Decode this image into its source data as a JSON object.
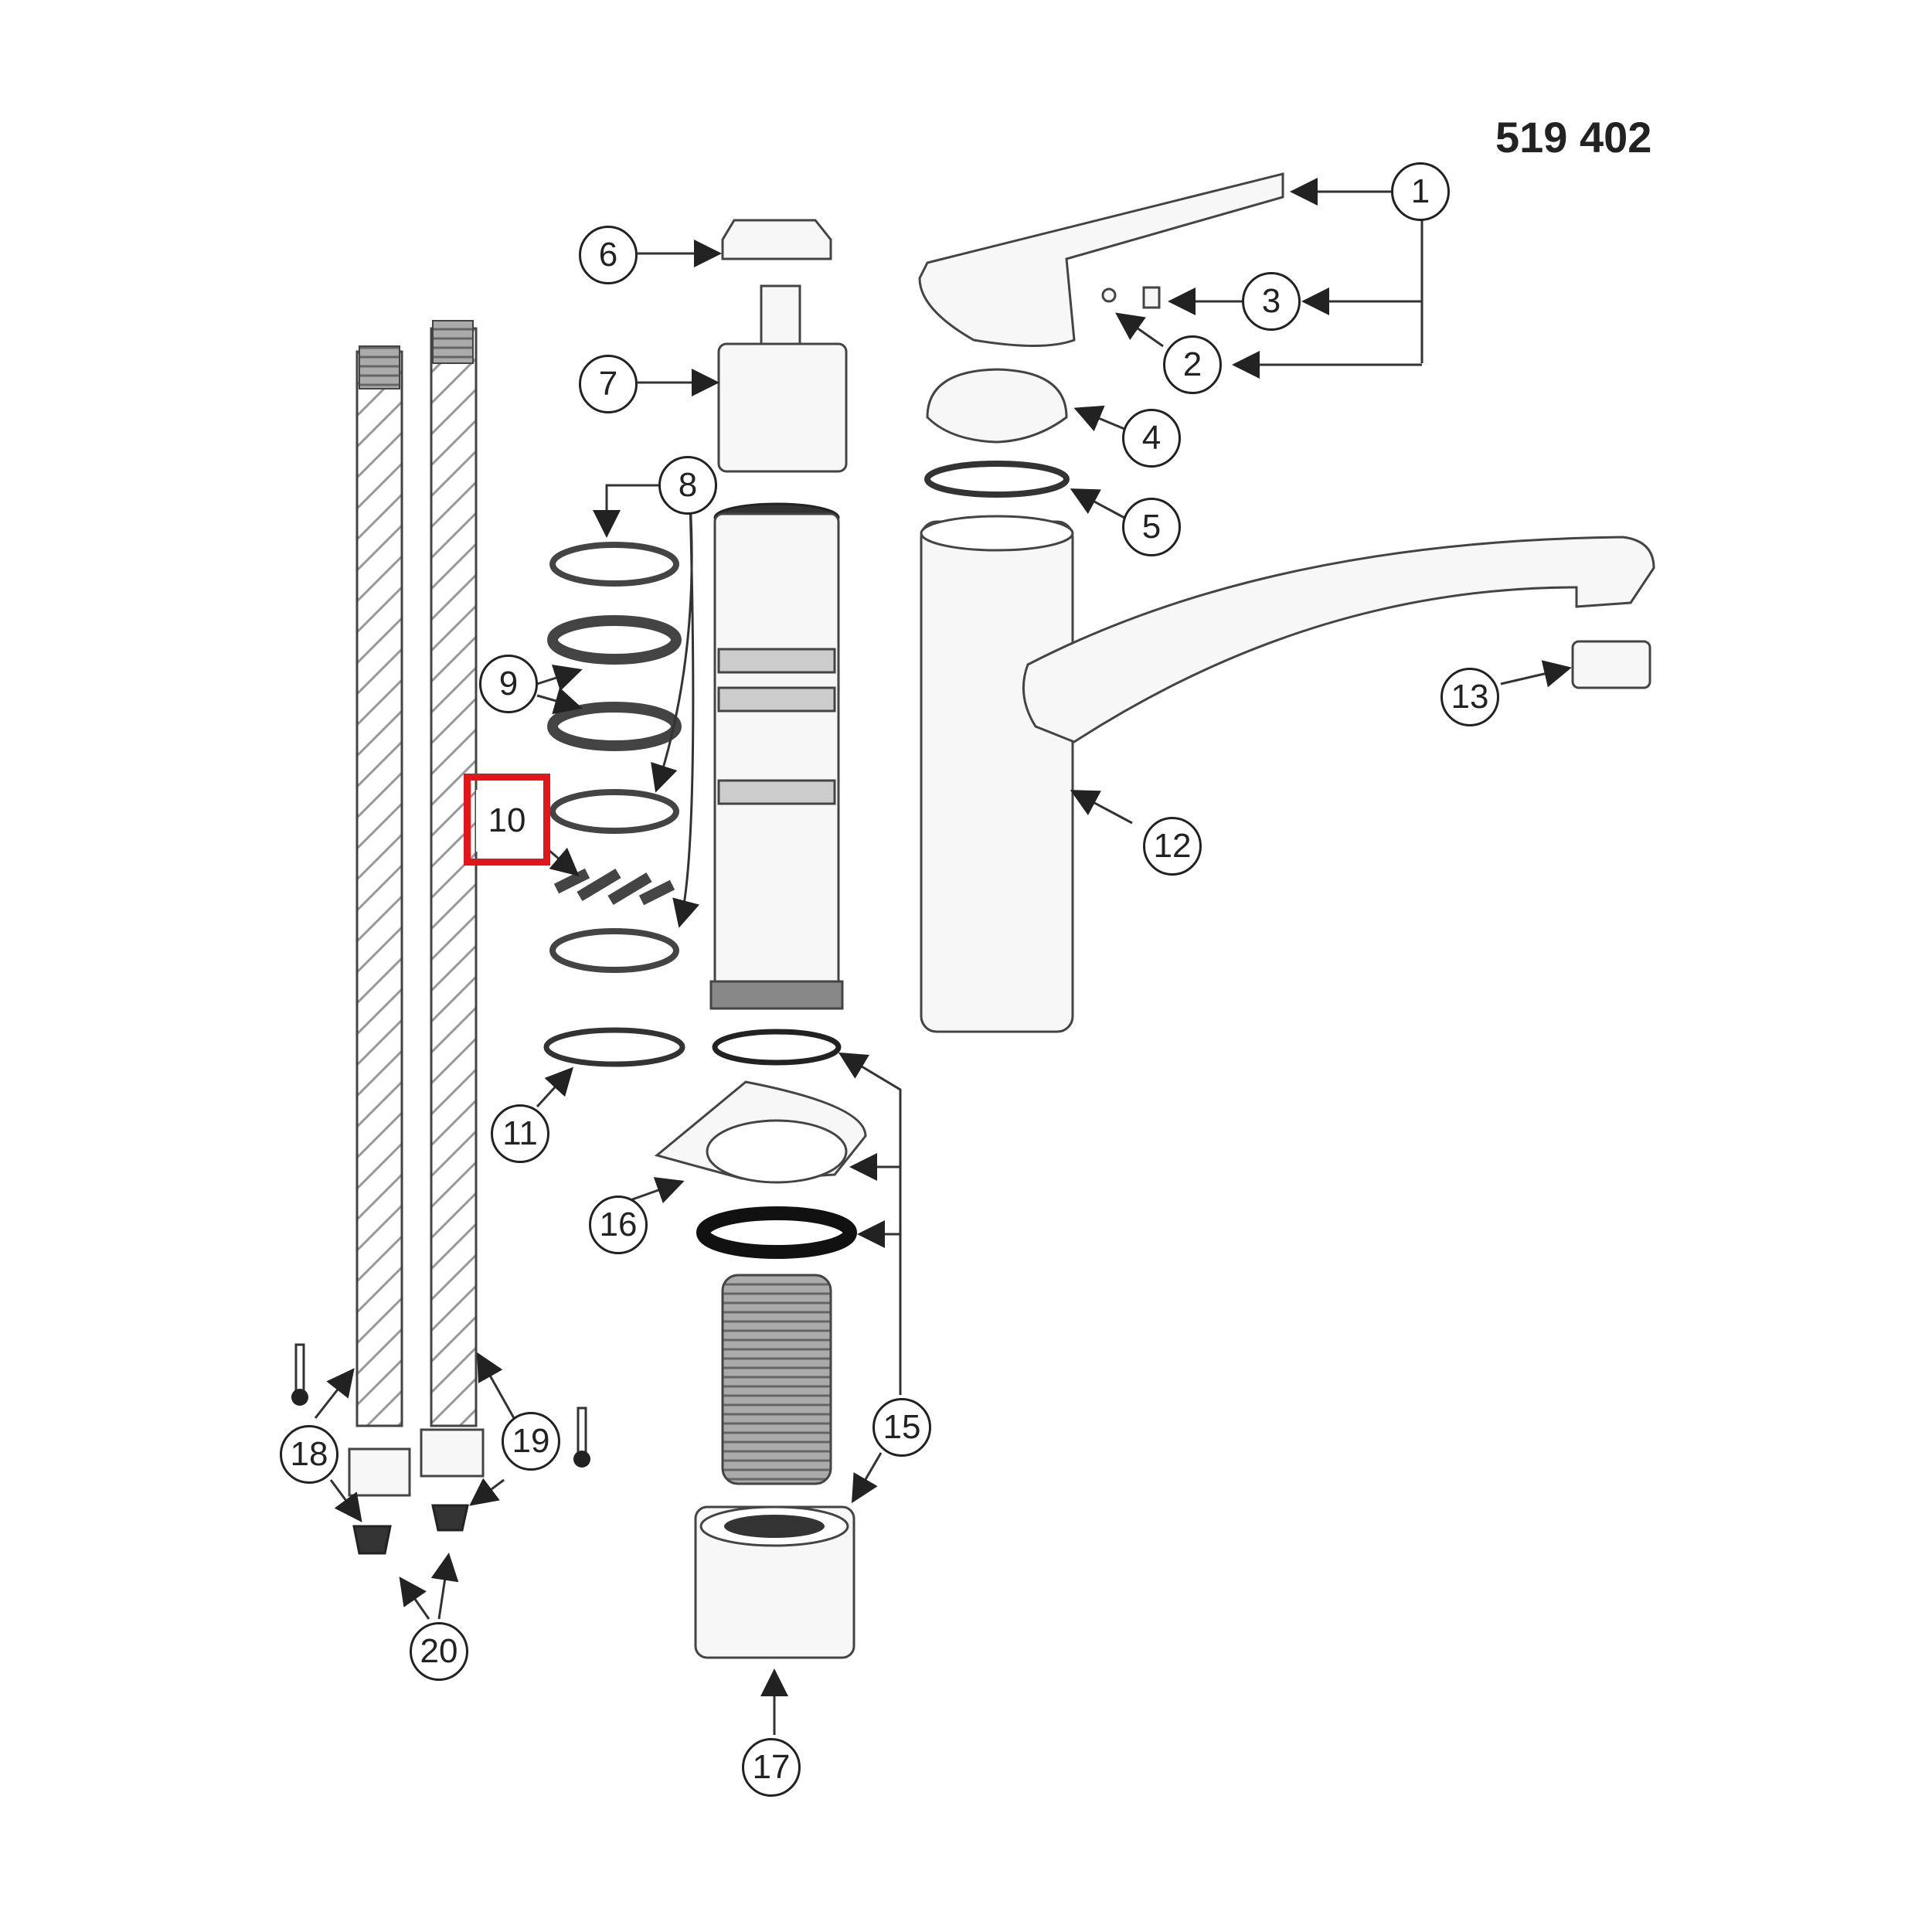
{
  "model_number": "519 402",
  "highlighted_callout": "10",
  "callouts": [
    {
      "id": "c1",
      "label": "1"
    },
    {
      "id": "c2",
      "label": "2"
    },
    {
      "id": "c3",
      "label": "3"
    },
    {
      "id": "c4",
      "label": "4"
    },
    {
      "id": "c5",
      "label": "5"
    },
    {
      "id": "c6",
      "label": "6"
    },
    {
      "id": "c7",
      "label": "7"
    },
    {
      "id": "c8",
      "label": "8"
    },
    {
      "id": "c9",
      "label": "9"
    },
    {
      "id": "c10",
      "label": "10"
    },
    {
      "id": "c11",
      "label": "11"
    },
    {
      "id": "c12",
      "label": "12"
    },
    {
      "id": "c13",
      "label": "13"
    },
    {
      "id": "c15",
      "label": "15"
    },
    {
      "id": "c16",
      "label": "16"
    },
    {
      "id": "c17",
      "label": "17"
    },
    {
      "id": "c18",
      "label": "18"
    },
    {
      "id": "c19",
      "label": "19"
    },
    {
      "id": "c20",
      "label": "20"
    }
  ],
  "colors": {
    "highlight": "#e4141b",
    "line": "#333333"
  }
}
